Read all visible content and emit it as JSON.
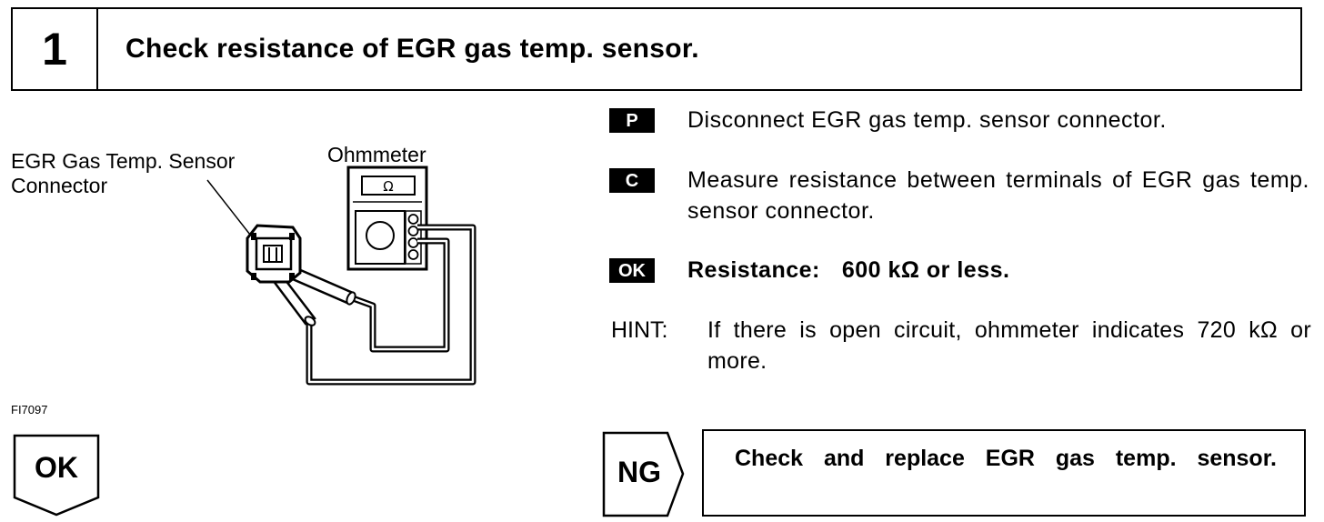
{
  "step": {
    "number": "1",
    "title": "Check resistance of EGR gas temp. sensor."
  },
  "figure": {
    "label_connector": "EGR Gas Temp. Sensor\nConnector",
    "label_meter": "Ohmmeter",
    "meter_symbol": "Ω",
    "code": "FI7097"
  },
  "instructions": [
    {
      "badge": "P",
      "text": "Disconnect EGR gas temp. sensor connector."
    },
    {
      "badge": "C",
      "text": "Measure resistance between terminals of EGR gas temp. sensor connector."
    }
  ],
  "ok_spec": {
    "badge": "OK",
    "label": "Resistance:",
    "value": "600 kΩ or less."
  },
  "hint": {
    "label": "HINT:",
    "text": "If there is open circuit, ohmmeter indicates 720 kΩ or more."
  },
  "result_ok": {
    "label": "OK"
  },
  "result_ng": {
    "label": "NG",
    "action": "Check and replace EGR gas temp. sensor."
  }
}
